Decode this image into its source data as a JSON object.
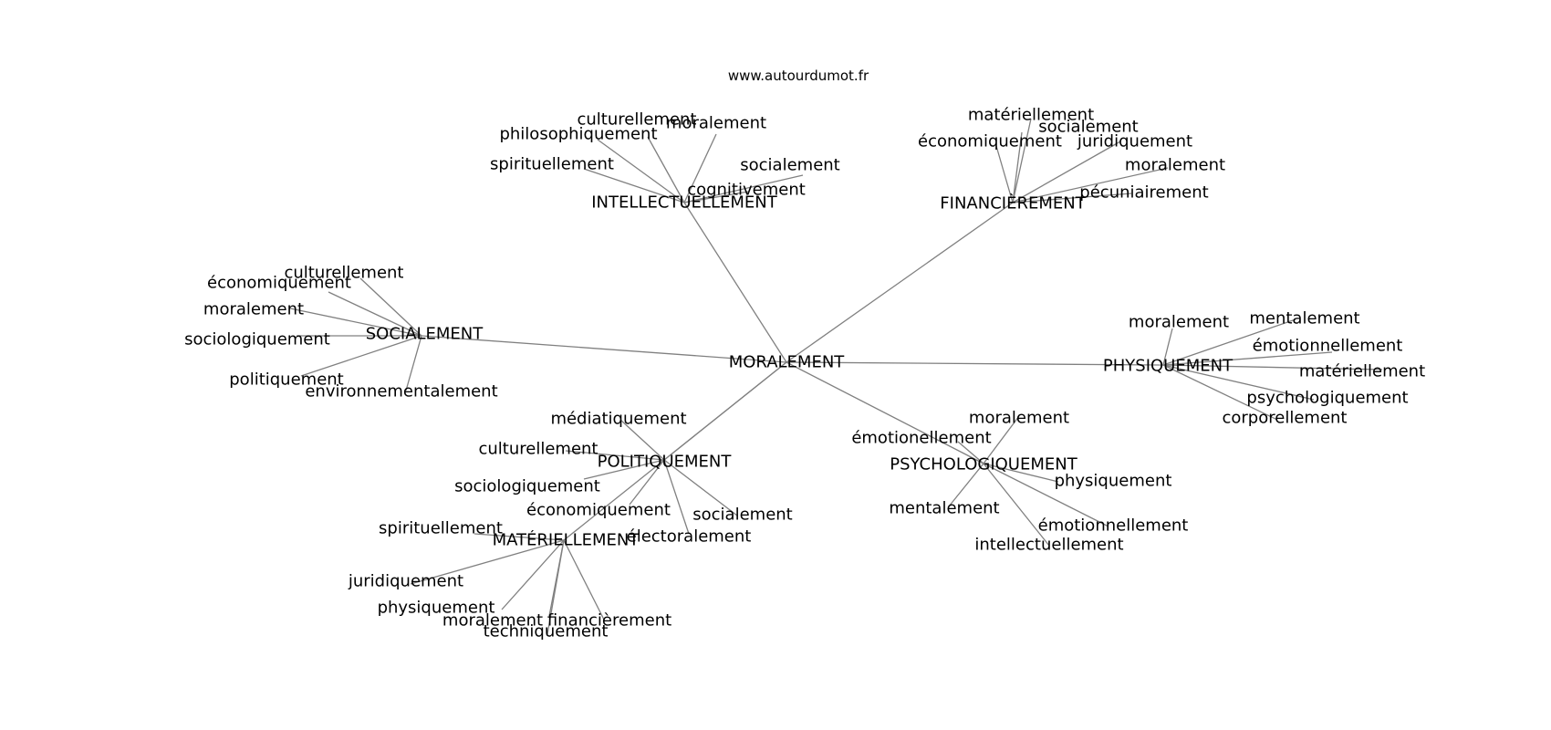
{
  "site_label": "www.autourdumot.fr",
  "colors": {
    "edge": "#808080",
    "text": "#000000",
    "background": "#ffffff"
  },
  "center": "MORALEMENT",
  "hubs": [
    {
      "label": "INTELLECTUELLEMENT",
      "children": [
        "culturellement",
        "moralement",
        "philosophiquement",
        "spirituellement",
        "socialement",
        "cognitivement"
      ]
    },
    {
      "label": "FINANCIÈREMENT",
      "children": [
        "matériellement",
        "socialement",
        "économiquement",
        "juridiquement",
        "moralement",
        "pécuniairement"
      ]
    },
    {
      "label": "SOCIALEMENT",
      "children": [
        "culturellement",
        "économiquement",
        "moralement",
        "sociologiquement",
        "politiquement",
        "environnementalement"
      ]
    },
    {
      "label": "PHYSIQUEMENT",
      "children": [
        "moralement",
        "mentalement",
        "émotionnellement",
        "matériellement",
        "psychologiquement",
        "corporellement"
      ]
    },
    {
      "label": "POLITIQUEMENT",
      "children": [
        "médiatiquement",
        "culturellement",
        "sociologiquement",
        "économiquement",
        "socialement",
        "électoralement"
      ]
    },
    {
      "label": "PSYCHOLOGIQUEMENT",
      "children": [
        "moralement",
        "émotionellement",
        "physiquement",
        "mentalement",
        "émotionnellement",
        "intellectuellement"
      ]
    },
    {
      "label": "MATÉRIELLEMENT",
      "children": [
        "spirituellement",
        "juridiquement",
        "physiquement",
        "moralement",
        "financièrement",
        "techniquement"
      ]
    }
  ]
}
